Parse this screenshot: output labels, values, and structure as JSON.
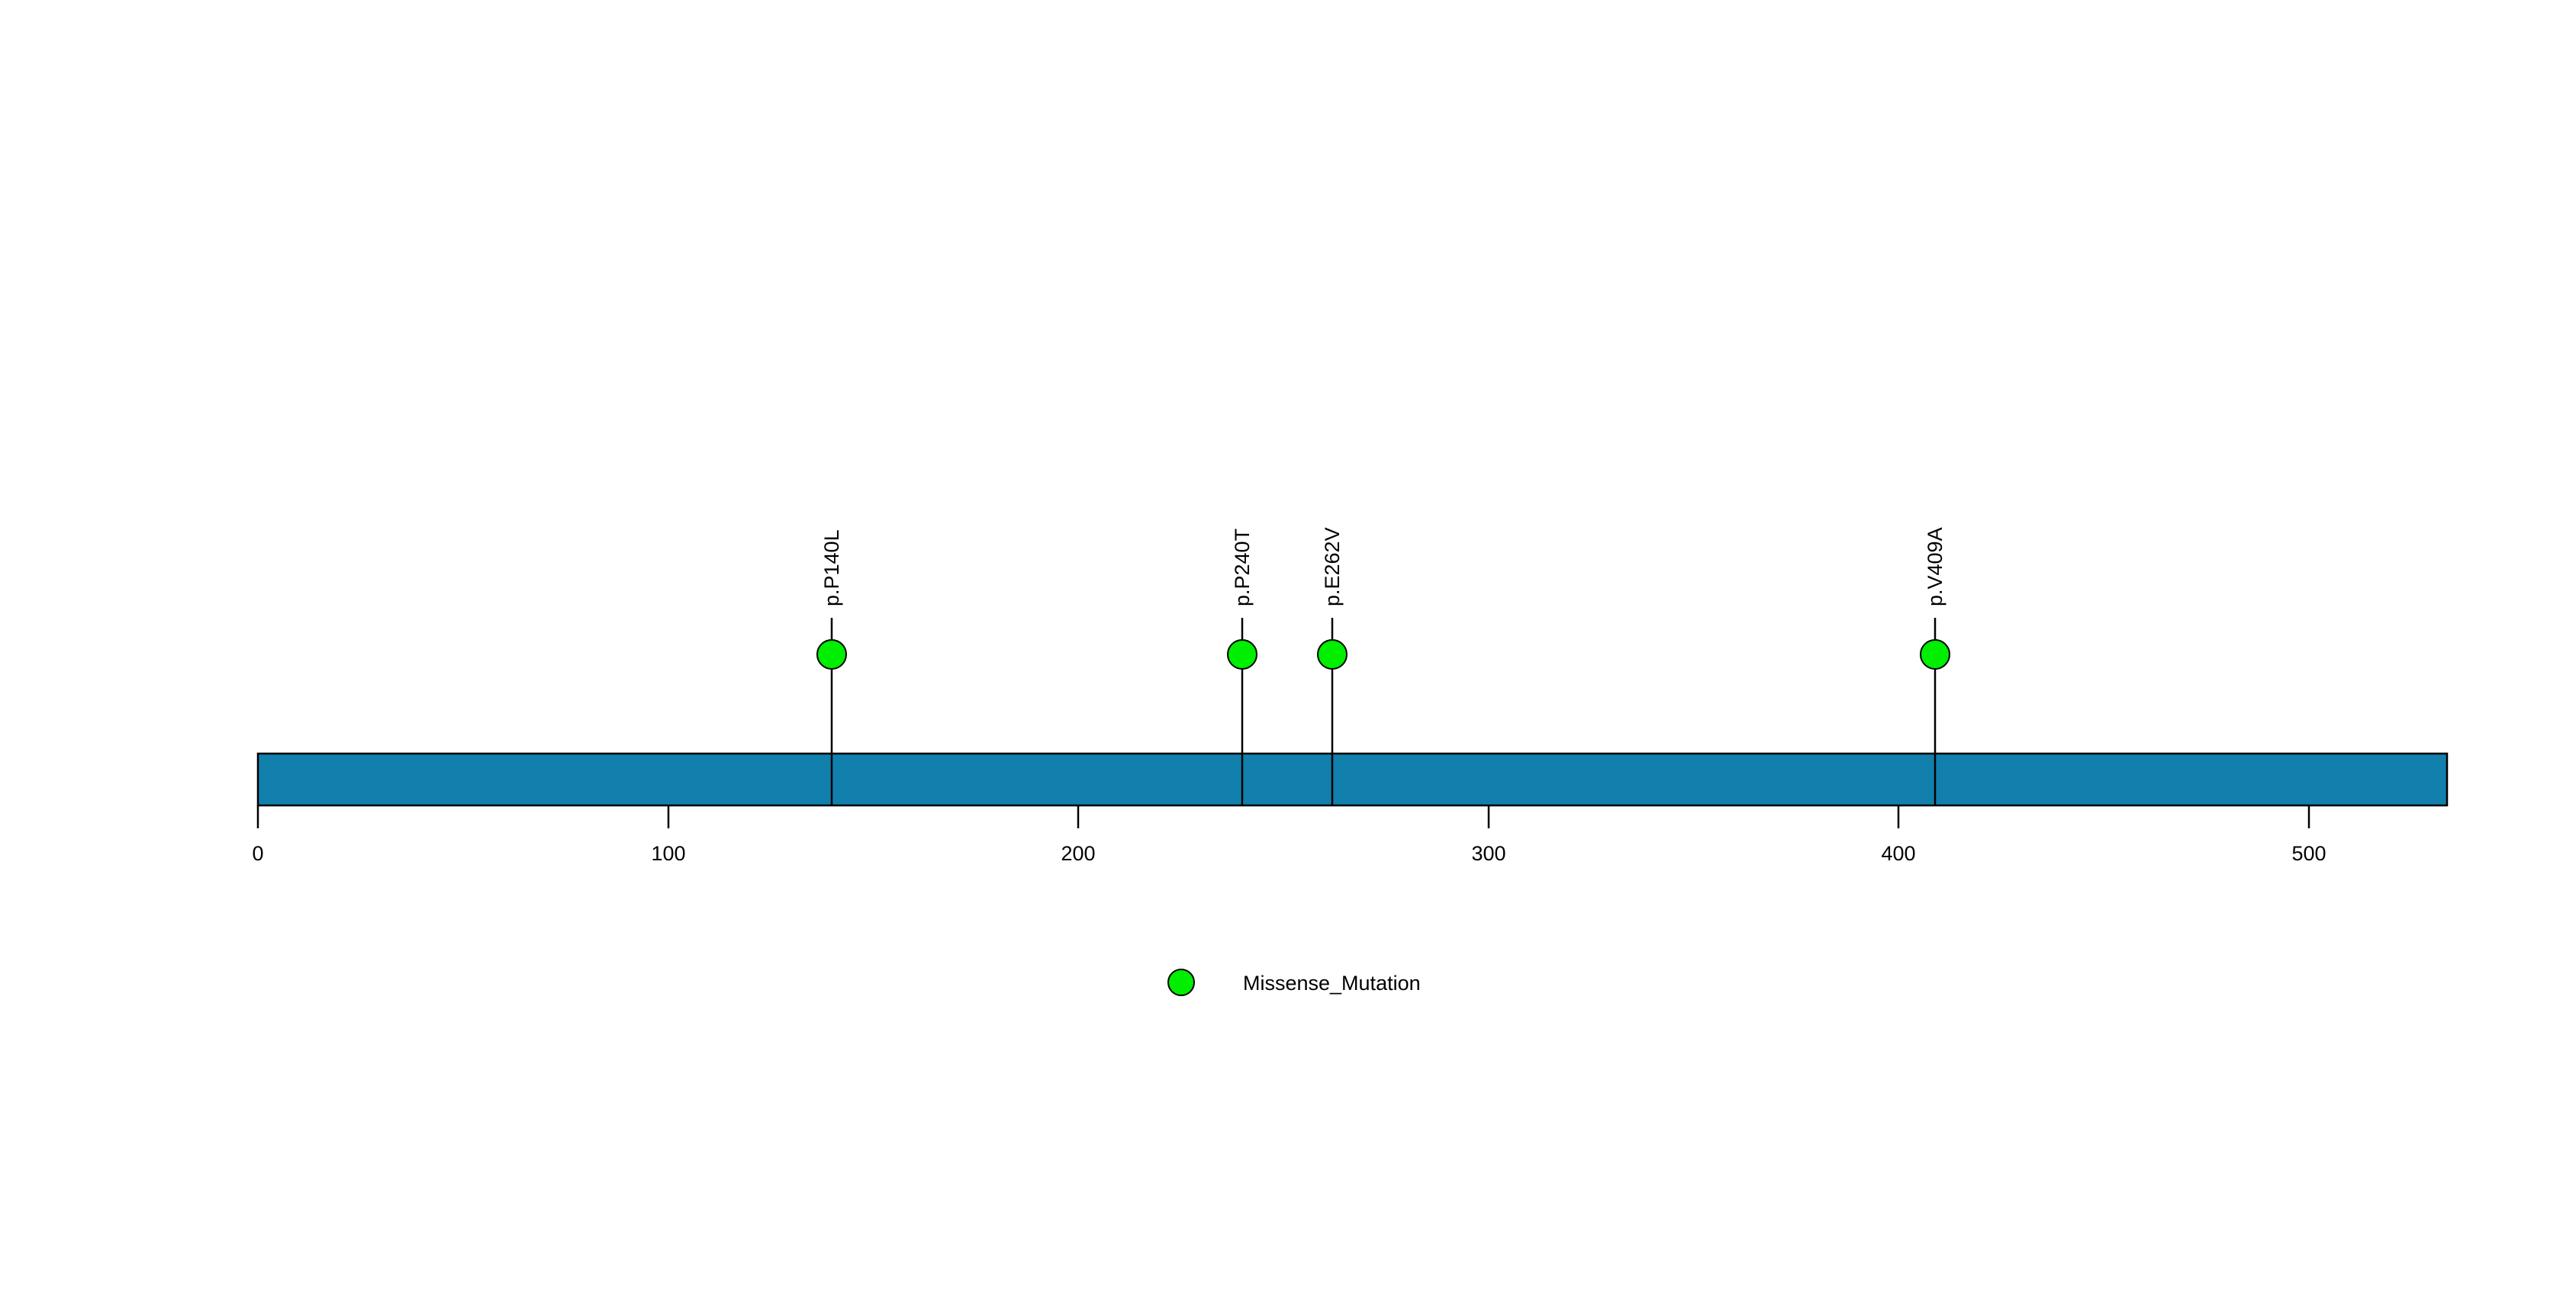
{
  "chart_data": {
    "type": "lollipop",
    "title": "",
    "subtitle": "",
    "xlabel": "",
    "ylabel": "",
    "xlim": [
      0,
      534
    ],
    "grid": false,
    "axis": {
      "ticks": [
        {
          "value": 0,
          "label": "0"
        },
        {
          "value": 100,
          "label": "100"
        },
        {
          "value": 200,
          "label": "200"
        },
        {
          "value": 300,
          "label": "300"
        },
        {
          "value": 400,
          "label": "400"
        },
        {
          "value": 500,
          "label": "500"
        }
      ]
    },
    "protein": {
      "length": 534,
      "start": 0,
      "end": 534,
      "fill_color": "#1180ad",
      "stroke_color": "#000000"
    },
    "mutations": [
      {
        "label": "p.P140L",
        "position": 140,
        "count": 1,
        "type": "Missense_Mutation",
        "color": "#00ee00"
      },
      {
        "label": "p.P240T",
        "position": 240,
        "count": 1,
        "type": "Missense_Mutation",
        "color": "#00ee00"
      },
      {
        "label": "p.E262V",
        "position": 262,
        "count": 1,
        "type": "Missense_Mutation",
        "color": "#00ee00"
      },
      {
        "label": "p.V409A",
        "position": 409,
        "count": 1,
        "type": "Missense_Mutation",
        "color": "#00ee00"
      }
    ],
    "legend": {
      "position": "bottom-center",
      "entries": [
        {
          "label": "Missense_Mutation",
          "color": "#00ee00",
          "marker": "circle"
        }
      ]
    },
    "colors": {
      "background": "#ffffff",
      "protein_bar": "#1180ad",
      "missense": "#00ee00",
      "stem": "#000000",
      "text": "#000000"
    }
  },
  "mutation_labels": {
    "0": "p.P140L",
    "1": "p.P240T",
    "2": "p.E262V",
    "3": "p.V409A"
  },
  "axis_labels": {
    "0": "0",
    "1": "100",
    "2": "200",
    "3": "300",
    "4": "400",
    "5": "500"
  },
  "legend_labels": {
    "0": "Missense_Mutation"
  }
}
